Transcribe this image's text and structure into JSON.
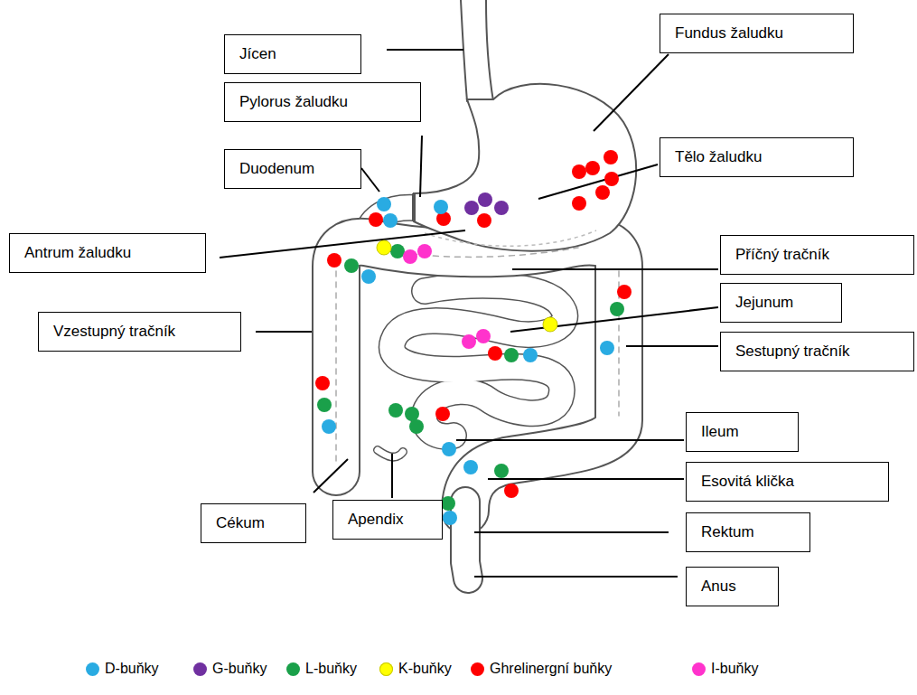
{
  "diagram": {
    "nodes": [
      {
        "text": [
          "Jícen"
        ]
      },
      {
        "text": [
          "Fundus žaludku"
        ]
      },
      {
        "text": [
          "Pylorus žaludku"
        ]
      },
      {
        "text": [
          "Duodenum"
        ]
      },
      {
        "text": [
          "Tělo žaludku"
        ]
      },
      {
        "text": [
          "Antrum žaludku"
        ]
      },
      {
        "text": [
          "Příčný tračník"
        ]
      },
      {
        "text": [
          "Jejunum"
        ]
      },
      {
        "text": [
          "Vzestupný tračník"
        ]
      },
      {
        "text": [
          "Sestupný tračník"
        ]
      },
      {
        "text": [
          "Ileum"
        ]
      },
      {
        "text": [
          "Esovitá klička"
        ]
      },
      {
        "text": [
          "Cékum"
        ]
      },
      {
        "text": [
          "Apendix"
        ]
      },
      {
        "text": [
          "Rektum"
        ]
      },
      {
        "text": [
          "Anus"
        ]
      }
    ],
    "legend": [
      {
        "text": "D-buňky",
        "color": "#29abe2"
      },
      {
        "text": "G-buňky",
        "color": "#7030a0"
      },
      {
        "text": "L-buňky",
        "color": "#1aa04a"
      },
      {
        "text": "K-buňky",
        "color": "#ffff00"
      },
      {
        "text": "Ghrelinergní buňky",
        "color": "#ff0000"
      },
      {
        "text": "I-buňky",
        "color": "#ff33cc"
      }
    ]
  }
}
